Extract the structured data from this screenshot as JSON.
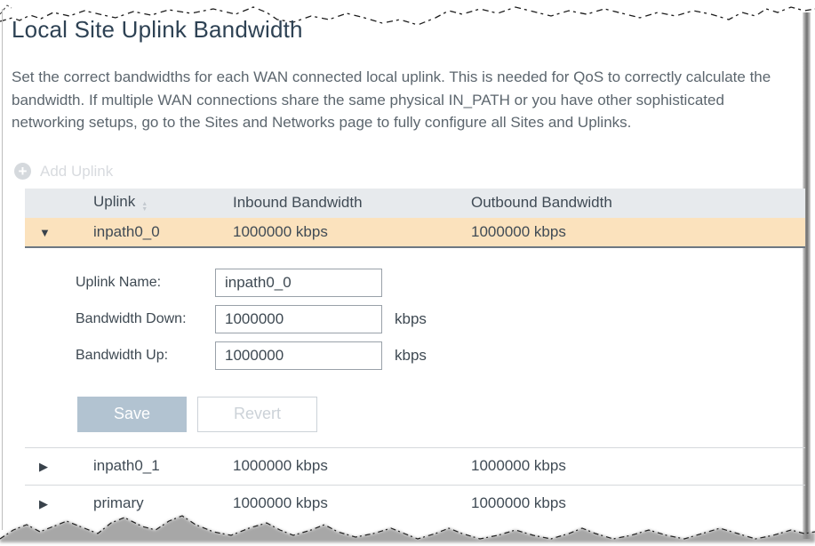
{
  "page": {
    "title": "Local Site Uplink Bandwidth",
    "description": "Set the correct bandwidths for each WAN connected local uplink. This is needed for QoS to correctly calculate the bandwidth. If multiple WAN connections share the same physical IN_PATH or you have other sophisticated networking setups, go to the Sites and Networks page to fully configure all Sites and Uplinks."
  },
  "toolbar": {
    "add_uplink_label": "Add Uplink",
    "add_uplink_enabled": false,
    "plus_glyph": "+"
  },
  "table": {
    "columns": [
      "Uplink",
      "Inbound Bandwidth",
      "Outbound Bandwidth"
    ],
    "rows": [
      {
        "name": "inpath0_0",
        "inbound": "1000000 kbps",
        "outbound": "1000000 kbps",
        "state": "expanded"
      },
      {
        "name": "inpath0_1",
        "inbound": "1000000 kbps",
        "outbound": "1000000 kbps",
        "state": "collapsed"
      },
      {
        "name": "primary",
        "inbound": "1000000 kbps",
        "outbound": "1000000 kbps",
        "state": "collapsed"
      }
    ],
    "expand_icon_expanded": "▼",
    "expand_icon_collapsed": "▶",
    "sort_icon_up": "▲",
    "sort_icon_down": "▼"
  },
  "form": {
    "fields": [
      {
        "label": "Uplink Name:",
        "value": "inpath0_0",
        "suffix": ""
      },
      {
        "label": "Bandwidth Down:",
        "value": "1000000",
        "suffix": "kbps"
      },
      {
        "label": "Bandwidth Up:",
        "value": "1000000",
        "suffix": "kbps"
      }
    ],
    "save_label": "Save",
    "revert_label": "Revert",
    "revert_enabled": false
  },
  "colors": {
    "title_text": "#2e4254",
    "body_text": "#5c666e",
    "table_header_bg": "#e7eaed",
    "selected_row_bg": "#fbe2bd",
    "selected_row_border": "#6d7883",
    "save_button_bg": "#b2c3d1",
    "disabled_text": "#d8dbdf"
  }
}
